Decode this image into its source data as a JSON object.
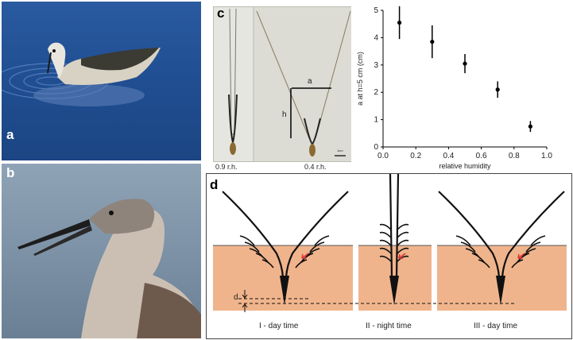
{
  "panels": {
    "a": {
      "label": "a"
    },
    "b": {
      "label": "b"
    },
    "c": {
      "label": "c",
      "photo_captions": [
        "0.9 r.h.",
        "0.4 r.h."
      ],
      "dim_a": "a",
      "dim_h": "h",
      "scale_label": "1cm"
    },
    "d": {
      "label": "d",
      "depth_label": "d",
      "stages": [
        "I - day time",
        "II - night time",
        "III - day time"
      ]
    }
  },
  "colors": {
    "soil": "#f0b48c",
    "water_a": "#2a5aa0",
    "water_b": "#7f94a8",
    "arrow": "#e03030",
    "awn": "#111111"
  },
  "chart_data": {
    "type": "scatter",
    "xlabel": "relative humidity",
    "ylabel": "a at h=5 cm (cm)",
    "xlim": [
      0.0,
      1.0
    ],
    "ylim": [
      0,
      5
    ],
    "xticks": [
      "0.0",
      "0.2",
      "0.4",
      "0.6",
      "0.8",
      "1.0"
    ],
    "yticks": [
      "0",
      "1",
      "2",
      "3",
      "4",
      "5"
    ],
    "points": [
      {
        "x": 0.1,
        "y": 4.55,
        "err": 0.6
      },
      {
        "x": 0.3,
        "y": 3.85,
        "err": 0.6
      },
      {
        "x": 0.5,
        "y": 3.05,
        "err": 0.35
      },
      {
        "x": 0.7,
        "y": 2.1,
        "err": 0.3
      },
      {
        "x": 0.9,
        "y": 0.75,
        "err": 0.2
      }
    ]
  }
}
